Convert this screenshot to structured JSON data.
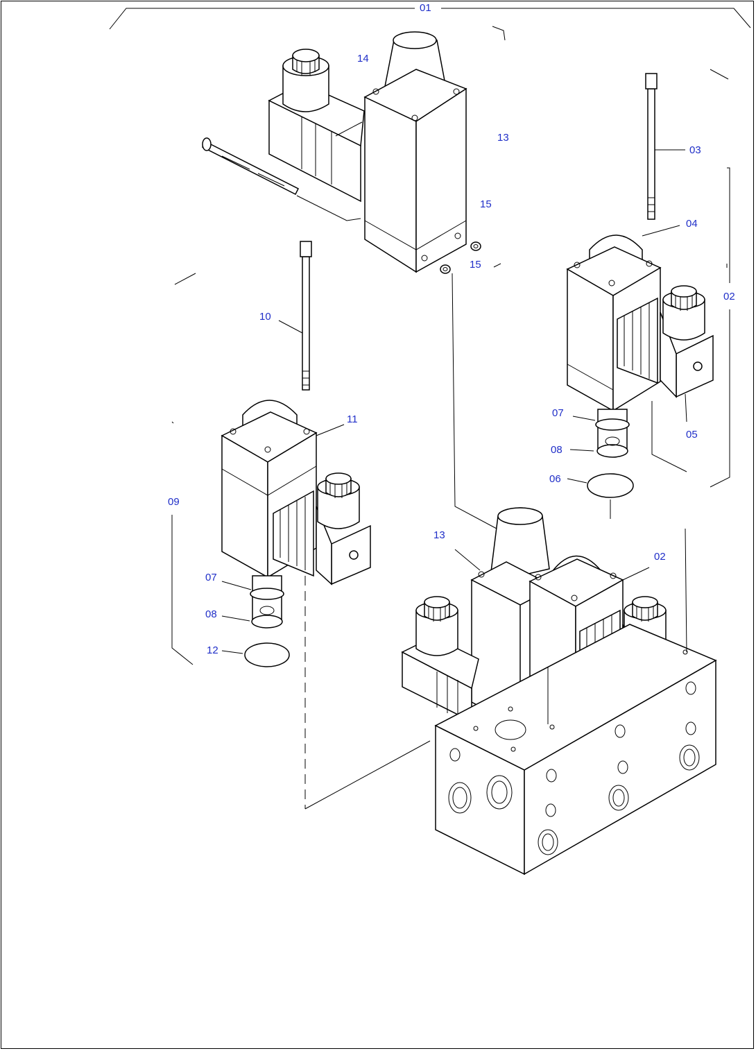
{
  "diagram": {
    "labels": {
      "01": "01",
      "02": "02",
      "03": "03",
      "04": "04",
      "05": "05",
      "06": "06",
      "07": "07",
      "08": "08",
      "09": "09",
      "10": "10",
      "11": "11",
      "12": "12",
      "13": "13",
      "14": "14",
      "15": "15"
    },
    "colors": {
      "label": "#1f2ec8",
      "line": "#000000",
      "background": "#ffffff"
    }
  }
}
